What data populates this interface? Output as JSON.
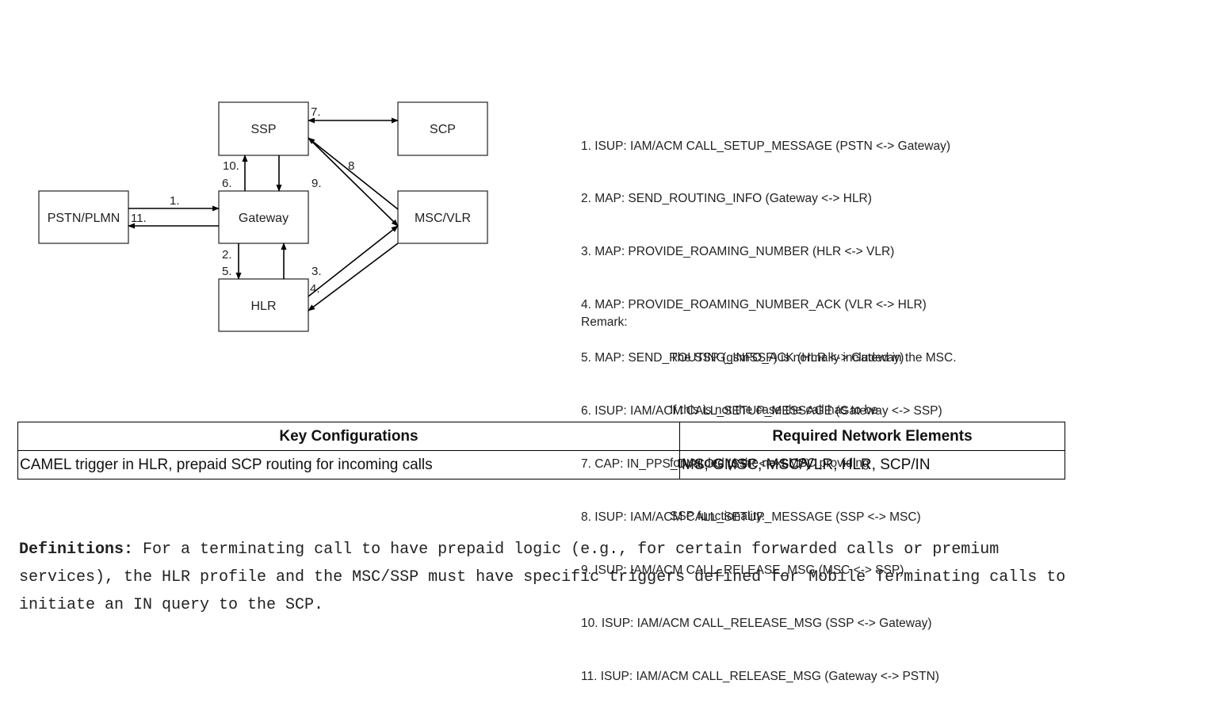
{
  "diagram": {
    "nodes": {
      "pstn": "PSTN/PLMN",
      "ssp": "SSP",
      "scp": "SCP",
      "gateway": "Gateway",
      "msc": "MSC/VLR",
      "hlr": "HLR"
    },
    "steps": {
      "s1": "1.",
      "s11": "11.",
      "s7": "7.",
      "s10": "10.",
      "s6": "6.",
      "s9": "9.",
      "s8": "8",
      "s2": "2.",
      "s5": "5.",
      "s3": "3.",
      "s4": "4."
    }
  },
  "legend": [
    "1. ISUP: IAM/ACM CALL_SETUP_MESSAGE (PSTN <-> Gateway)",
    "2. MAP: SEND_ROUTING_INFO (Gateway <-> HLR)",
    "3. MAP: PROVIDE_ROAMING_NUMBER (HLR <-> VLR)",
    "4. MAP: PROVIDE_ROAMING_NUMBER_ACK (VLR <-> HLR)",
    "5. MAP: SEND_ROUTING_INFO_ACK (HLR <-> Gateway)",
    "6. ISUP: IAM/ACM CALL_SETUP_MESSAGE (Gateway <-> SSP)",
    "7. CAP: IN_PPS_DIALOG (SSP <-> SCP)",
    "8. ISUP: IAM/ACM CALL_SETUP_MESSAGE (SSP <-> MSC)",
    "9. ISUP: IAM/ACM CALL_RELEASE_MSG (MSC <-> SSP)",
    "10. ISUP: IAM/ACM CALL_RELEASE_MSG (SSP <-> Gateway)",
    "11. ISUP: IAM/ACM CALL_RELEASE_MSG (Gateway <-> PSTN)"
  ],
  "remark": {
    "label": "Remark:",
    "lines": [
      "The SSP (gsmSSF) is normally included in the MSC.",
      "If this is not the case the call has to be",
      "forwarded to the next MSC providing",
      "SSP functionality."
    ]
  },
  "table": {
    "headers": [
      "Key Configurations",
      "Required Network Elements"
    ],
    "rows": [
      [
        "CAMEL trigger in HLR, prepaid SCP routing for incoming calls",
        "MS, GMSC, MSC/VLR, HLR, SCP/IN"
      ]
    ]
  },
  "definitions": {
    "label": "Definitions:",
    "text": " For a terminating call to have prepaid logic (e.g., for certain forwarded calls or premium services), the HLR profile and the MSC/SSP must have specific triggers defined for Mobile Terminating calls to initiate an IN query to the SCP."
  }
}
